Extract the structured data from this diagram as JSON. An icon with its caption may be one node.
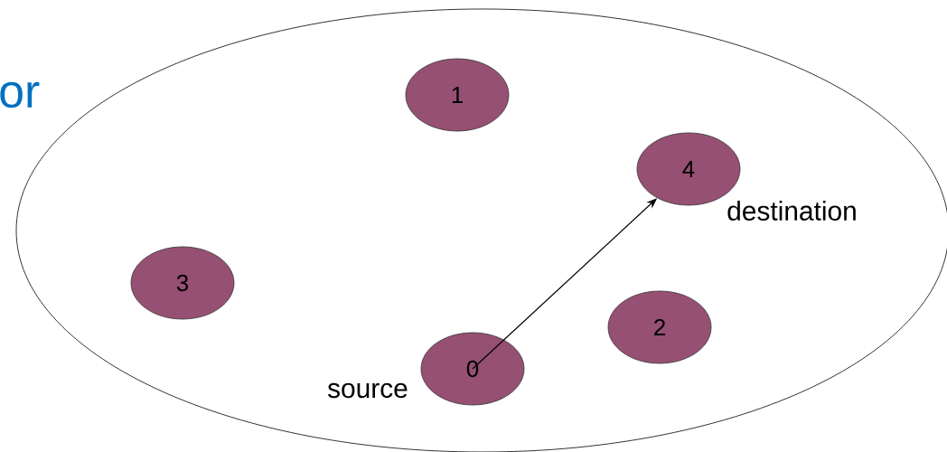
{
  "diagram": {
    "nodes": [
      {
        "text": [],
        "shape": "ellipse"
      },
      {
        "text": [
          "1"
        ],
        "in": 0
      },
      {
        "text": [
          "4"
        ],
        "in": 0,
        "beside": [
          "destination"
        ]
      },
      {
        "text": [
          "3"
        ],
        "in": 0
      },
      {
        "text": [
          "2"
        ],
        "in": 0
      },
      {
        "text": [
          "0"
        ],
        "in": 0,
        "beside": [
          "source"
        ]
      }
    ],
    "edges": [
      {
        "from": 5,
        "to": 2,
        "arrow": "to"
      }
    ],
    "labels": [
      "or"
    ]
  }
}
